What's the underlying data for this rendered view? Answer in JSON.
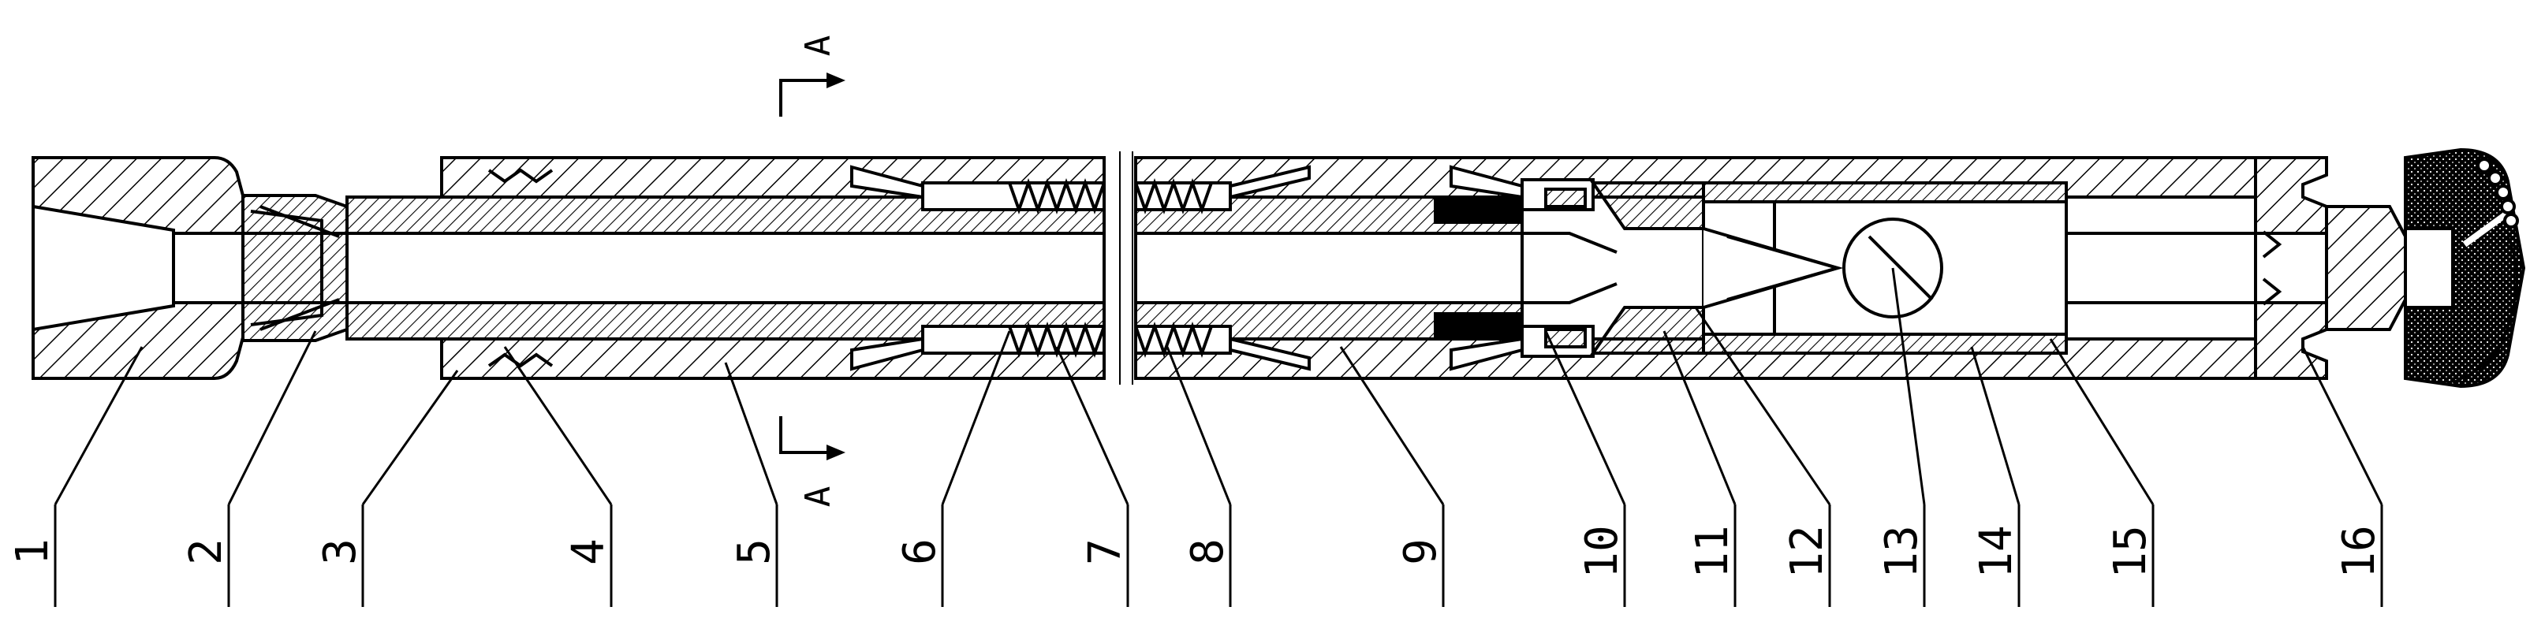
{
  "drawing": {
    "section_letters": [
      "A",
      "A"
    ],
    "part_numbers": [
      "1",
      "2",
      "3",
      "4",
      "5",
      "6",
      "7",
      "8",
      "9",
      "10",
      "11",
      "12",
      "13",
      "14",
      "15",
      "16"
    ]
  },
  "colors": {
    "line": "#000000",
    "background": "#ffffff"
  }
}
